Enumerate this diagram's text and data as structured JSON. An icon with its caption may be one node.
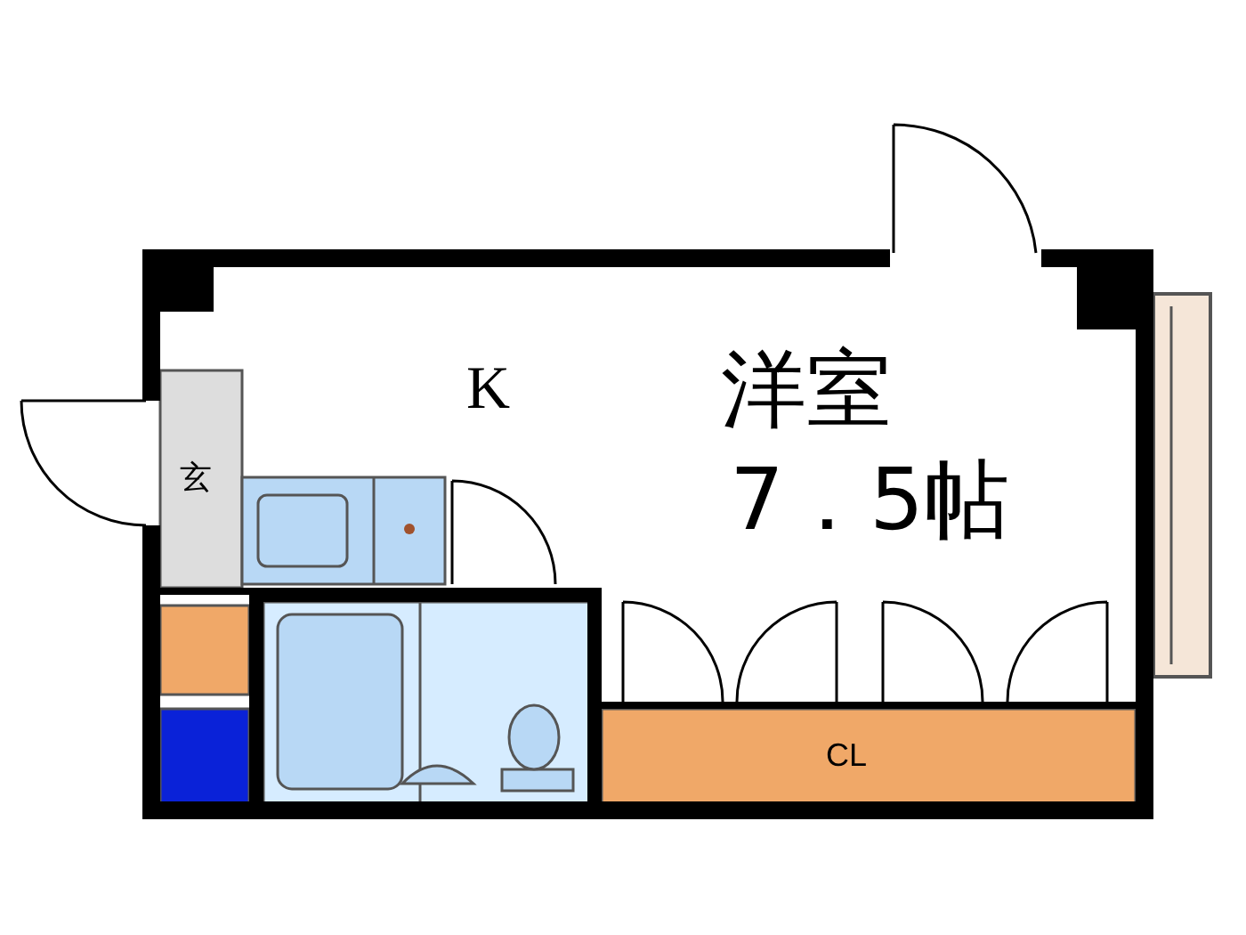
{
  "diagram": {
    "labels": [
      "K",
      "洋室",
      "7．5帖",
      "玄",
      "CL"
    ]
  }
}
